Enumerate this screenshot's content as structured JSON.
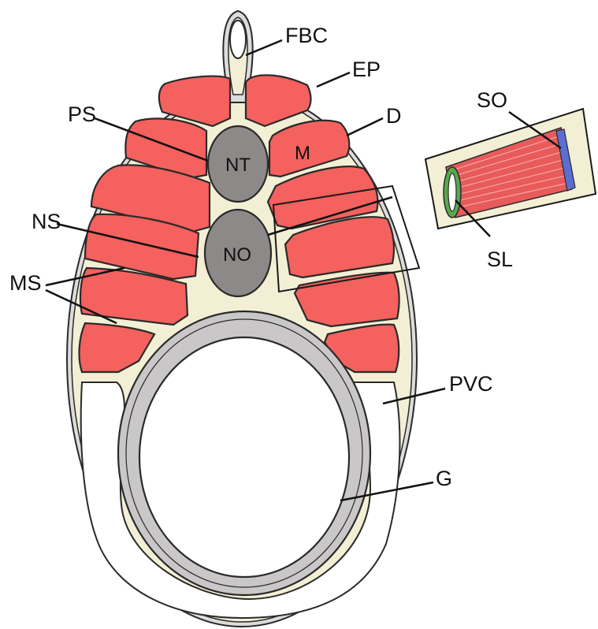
{
  "colors": {
    "background": "#ffffff",
    "matrix": "#f3efd5",
    "muscle": "#f4615e",
    "organ": "#8e8989",
    "gut": "#c9c7c7",
    "cavity": "#ffffff",
    "outline": "#2a2a2a",
    "sarcoplasm": "#e85b5b",
    "sarcolemma_ring": "#5aa84d",
    "sarcomere_end": "#5b6fd1"
  },
  "labels": {
    "fbc": "FBC",
    "ep": "EP",
    "d": "D",
    "m": "M",
    "ps": "PS",
    "nt": "NT",
    "ns": "NS",
    "no": "NO",
    "ms": "MS",
    "pvc": "PVC",
    "g": "G",
    "so": "SO",
    "sl": "SL"
  }
}
